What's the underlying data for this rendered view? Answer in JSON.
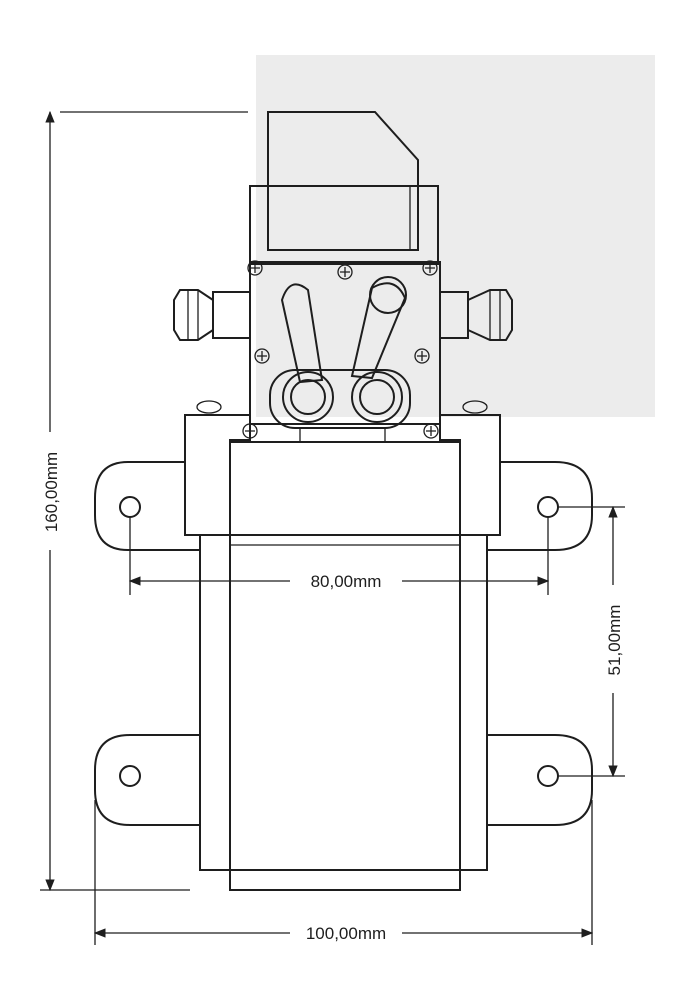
{
  "dimensions": {
    "height": "160,00mm",
    "hole_spacing_horizontal": "80,00mm",
    "hole_spacing_vertical": "51,00mm",
    "width": "100,00mm"
  },
  "colors": {
    "line": "#1e1e1e",
    "shade_panel": "#ececec",
    "background": "#ffffff"
  }
}
